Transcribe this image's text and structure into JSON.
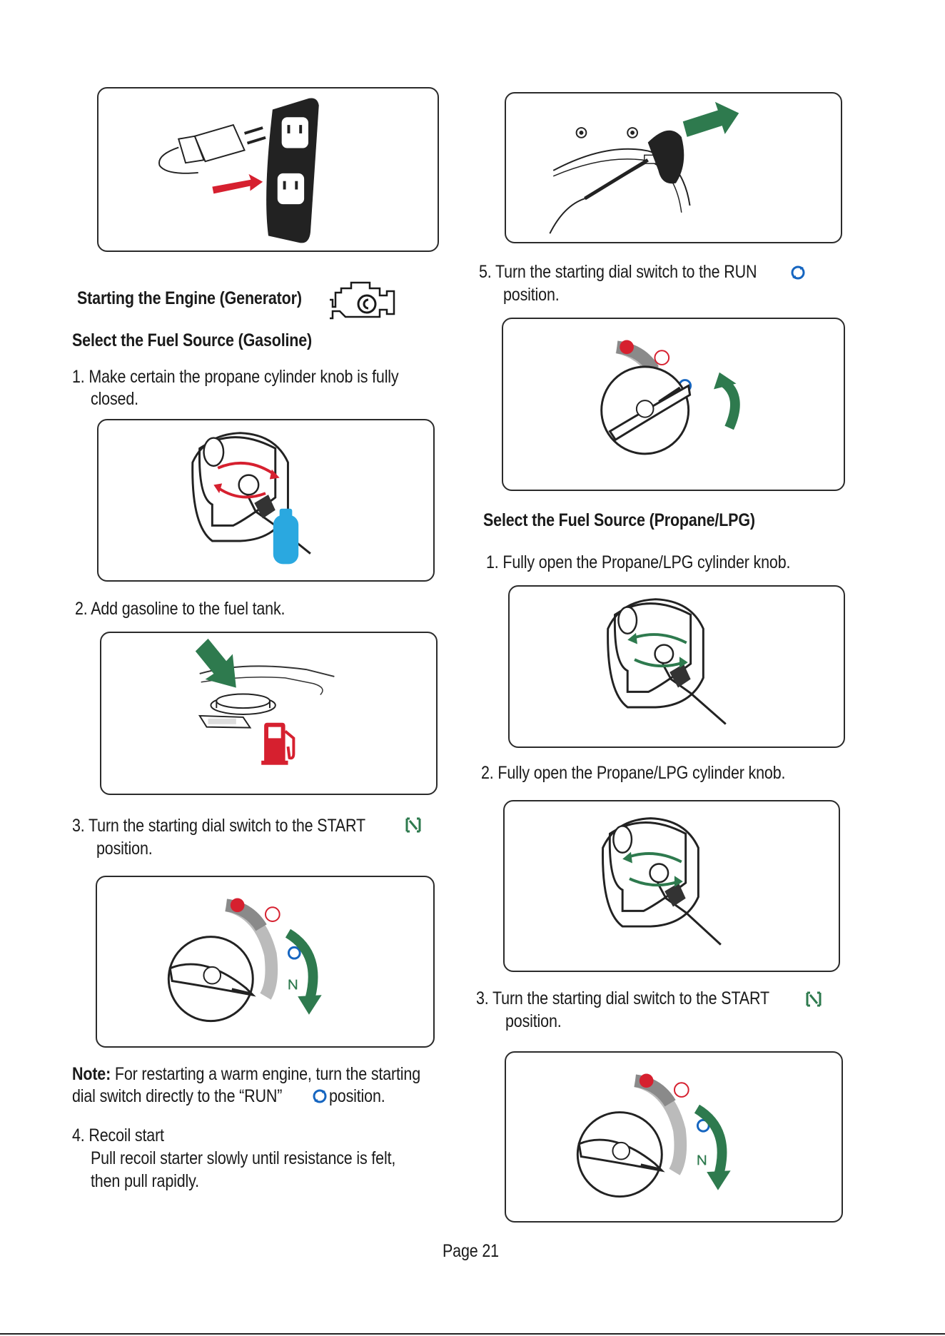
{
  "left": {
    "section_title": "Starting the Engine (Generator)",
    "gasoline_title": "Select the Fuel Source (Gasoline)",
    "step1_line1": "1. Make certain the propane cylinder knob is fully",
    "step1_line2": "closed.",
    "step2": "2. Add gasoline to the fuel tank.",
    "step3_line1": "3. Turn the starting dial switch to the START",
    "step3_line2": "position.",
    "note_label": "Note:",
    "note_line1": " For restarting a warm engine, turn the starting",
    "note_line2a": "dial switch directly to the “RUN”",
    "note_line2b": " position.",
    "step4_title": "4. Recoil start",
    "step4_line1": "Pull recoil starter slowly until resistance is felt,",
    "step4_line2": "then pull rapidly."
  },
  "right": {
    "step5_line1": "5. Turn the starting dial switch to the RUN",
    "step5_line2": "position.",
    "propane_title": "Select the Fuel Source (Propane/LPG)",
    "p_step1": "1.  Fully open the Propane/LPG cylinder knob.",
    "p_step2": "2.  Fully open the Propane/LPG cylinder knob.",
    "p_step3_line1": "3. Turn the starting dial switch to the START",
    "p_step3_line2": "position."
  },
  "footer": {
    "page": "Page 21"
  },
  "colors": {
    "red": "#d6202f",
    "green": "#2e7a4e",
    "blue": "#1565c0",
    "lightblue": "#2aa8e0",
    "dark": "#1a1a1a"
  }
}
